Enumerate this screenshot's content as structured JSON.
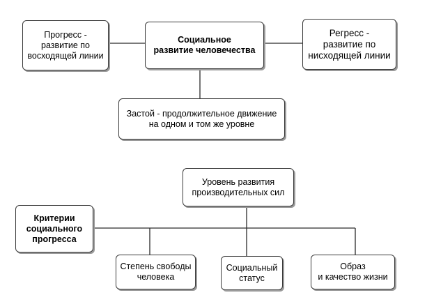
{
  "diagram_top": {
    "center": "Социальное\nразвитие человечества",
    "left": "Прогресс -\nразвитие по\nвосходящей линии",
    "right": "Регресс -\nразвитие по\nнисходящей линии",
    "bottom": "Застой - продолжительное движение\nна одном и том же уровне"
  },
  "diagram_bottom": {
    "criteria": "Критерии\nсоциального\nпрогресса",
    "productive_forces": "Уровень развития\nпроизводительных сил",
    "freedom": "Степень свободы\nчеловека",
    "status": "Социальный\nстатус",
    "quality_of_life": "Образ\nи качество жизни"
  }
}
